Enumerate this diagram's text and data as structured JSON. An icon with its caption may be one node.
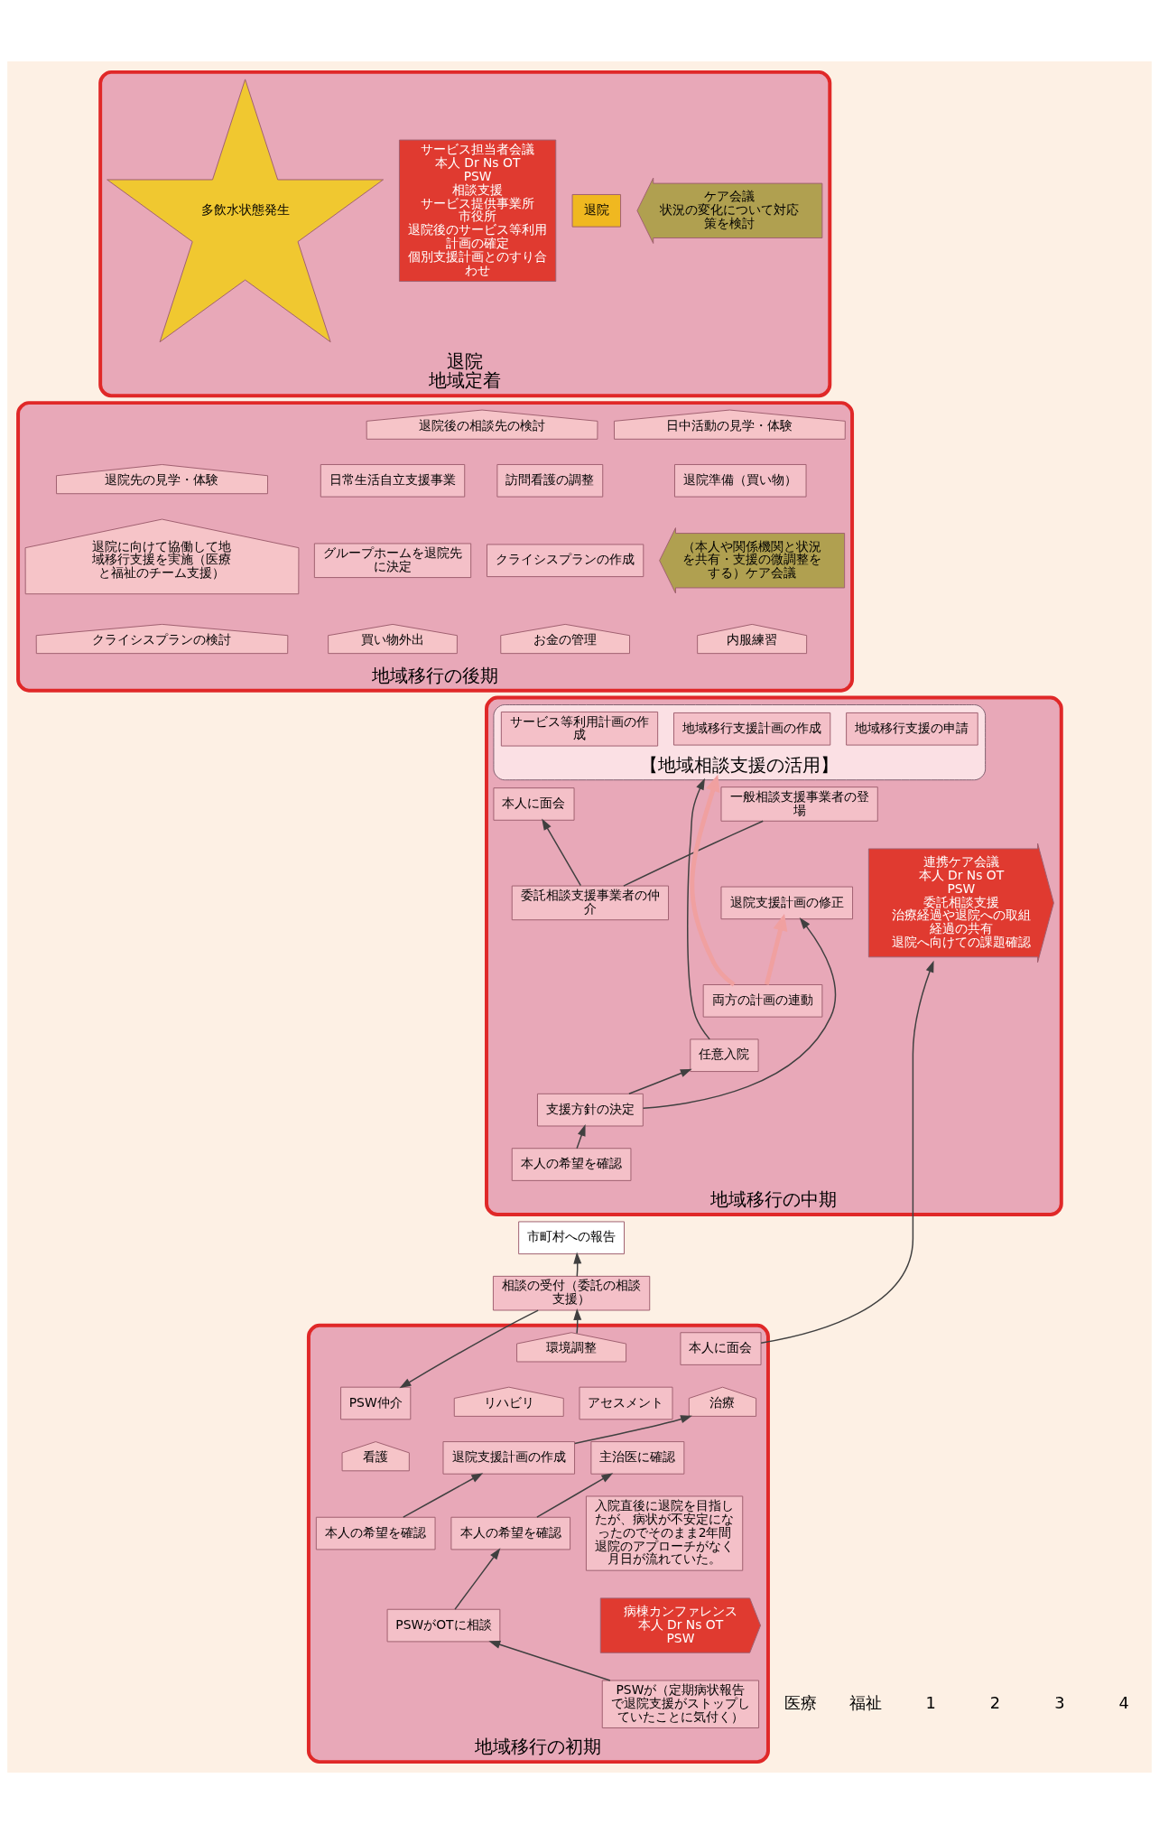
{
  "diagram": {
    "nodes": [
      {
        "text": [
          "地域移行の初期"
        ]
      },
      {
        "text": [
          "入院直後に退院を目指したが、病状が不安定になったのでそのまま2年間退院のアプローチがなく月日が流れていた。"
        ],
        "in": 0
      },
      {
        "text": [
          "PSWが（定期病状報告で退院支援がストップしていたことに気付く）"
        ],
        "in": 0
      },
      {
        "text": [
          "PSWがOTに相談"
        ],
        "in": 0
      },
      {
        "text": [
          "本人の希望を確認"
        ],
        "in": 0
      },
      {
        "text": [
          "主治医に確認"
        ],
        "in": 0
      },
      {
        "text": [
          "病棟カンファレンス",
          "本人 Dr Ns OT PSW"
        ],
        "in": 0
      },
      {
        "text": [
          "本人の希望を確認"
        ],
        "in": 0
      },
      {
        "text": [
          "退院支援計画の作成"
        ],
        "in": 0
      },
      {
        "text": [
          "アセスメント"
        ],
        "in": 0
      },
      {
        "text": [
          "治療"
        ],
        "in": 0
      },
      {
        "text": [
          "看護"
        ],
        "in": 0
      },
      {
        "text": [
          "リハビリ"
        ],
        "in": 0
      },
      {
        "text": [
          "環境調整"
        ],
        "in": 0
      },
      {
        "text": [
          "本人に面会"
        ],
        "in": 0
      },
      {
        "text": [
          "PSW仲介"
        ],
        "in": 0
      },
      {
        "text": [
          "相談の受付（委託の相談支援）"
        ]
      },
      {
        "text": [
          "市町村への報告"
        ]
      },
      {
        "text": [
          "地域移行の中期"
        ]
      },
      {
        "text": [
          "本人の希望を確認"
        ],
        "in": 18
      },
      {
        "text": [
          "支援方針の決定"
        ],
        "in": 18
      },
      {
        "text": [
          "退院支援計画の修正"
        ],
        "in": 18
      },
      {
        "text": [
          "任意入院"
        ],
        "in": 18
      },
      {
        "text": [
          "本人に面会"
        ],
        "in": 18
      },
      {
        "text": [
          "委託相談支援事業者の仲介"
        ],
        "in": 18
      },
      {
        "text": [
          "一般相談支援事業者の登場"
        ],
        "in": 18
      },
      {
        "text": [
          "両方の計画の連動"
        ],
        "in": 18
      },
      {
        "text": [
          "【地域相談支援の活用】"
        ],
        "in": 18
      },
      {
        "text": [
          "地域移行支援計画の作成"
        ],
        "in": 27
      },
      {
        "text": [
          "サービス等利用計画の作成"
        ],
        "in": 27
      },
      {
        "text": [
          "地域移行支援の申請"
        ],
        "in": 27
      },
      {
        "text": [
          "連携ケア会議",
          "本人 Dr Ns OT PSW",
          "委託相談支援",
          "治療経過や退院への取組経過の共有",
          "退院へ向けての課題確認"
        ],
        "in": 18
      },
      {
        "text": [
          "地域移行の後期"
        ]
      },
      {
        "text": [
          "内服練習"
        ],
        "in": 32
      },
      {
        "text": [
          "お金の管理"
        ],
        "in": 32
      },
      {
        "text": [
          "買い物外出"
        ],
        "in": 32
      },
      {
        "text": [
          "クライシスプランの検討"
        ],
        "in": 32
      },
      {
        "text": [
          "（本人や関係機関と状況を共有・支援の微調整をする）ケア会議"
        ],
        "in": 32
      },
      {
        "text": [
          "クライシスプランの作成"
        ],
        "in": 32
      },
      {
        "text": [
          "グループホームを退院先に決定"
        ],
        "in": 32
      },
      {
        "text": [
          "退院に向けて協働して地域移行支援を実施（医療と福祉のチーム支援）"
        ],
        "in": 32
      },
      {
        "text": [
          "退院準備（買い物）"
        ],
        "in": 32
      },
      {
        "text": [
          "訪問看護の調整"
        ],
        "in": 32
      },
      {
        "text": [
          "日常生活自立支援事業"
        ],
        "in": 32
      },
      {
        "text": [
          "退院先の見学・体験"
        ],
        "in": 32
      },
      {
        "text": [
          "日中活動の見学・体験"
        ],
        "in": 32
      },
      {
        "text": [
          "退院後の相談先の検討"
        ],
        "in": 32
      },
      {
        "text": [
          "退院",
          "地域定着"
        ]
      },
      {
        "text": [
          "ケア会議",
          "状況の変化について対応策を検討"
        ],
        "in": 47
      },
      {
        "text": [
          "退院"
        ],
        "in": 47
      },
      {
        "text": [
          "サービス担当者会議",
          "本人 Dr Ns OT PSW",
          "相談支援",
          "サービス提供事業所",
          "市役所",
          "退院後のサービス等利用計画の確定",
          "個別支援計画とのすり合わせ"
        ],
        "in": 47
      },
      {
        "text": [
          "多飲水状態発生"
        ],
        "in": 47
      }
    ],
    "edges": [
      {
        "from": 2,
        "to": 3,
        "arrow": "to"
      },
      {
        "from": 3,
        "to": 4,
        "arrow": "to"
      },
      {
        "from": 4,
        "to": 5,
        "arrow": "to"
      },
      {
        "from": 7,
        "to": 8,
        "arrow": "to"
      },
      {
        "from": 8,
        "to": 10,
        "arrow": "to"
      },
      {
        "from": 13,
        "to": 16,
        "arrow": "to"
      },
      {
        "from": 16,
        "to": 17,
        "arrow": "to"
      },
      {
        "from": 16,
        "to": 15,
        "arrow": "to"
      },
      {
        "from": 14,
        "to": 31,
        "arrow": "to"
      },
      {
        "from": 19,
        "to": 20,
        "arrow": "to"
      },
      {
        "from": 20,
        "to": 21,
        "arrow": "to"
      },
      {
        "from": 20,
        "to": 22,
        "arrow": "to"
      },
      {
        "from": 24,
        "to": 23,
        "arrow": "to"
      },
      {
        "from": 24,
        "to": 25,
        "arrow": "none"
      },
      {
        "from": 22,
        "to": 27,
        "arrow": "to"
      },
      {
        "from": 26,
        "to": 21,
        "arrow": "to",
        "style": "thick",
        "color": "#f0a0a0"
      },
      {
        "from": 26,
        "to": 27,
        "arrow": "to",
        "style": "thick",
        "color": "#f0a0a0"
      }
    ],
    "labels": [
      "医療",
      "福祉",
      "1",
      "2",
      "3",
      "4"
    ]
  }
}
